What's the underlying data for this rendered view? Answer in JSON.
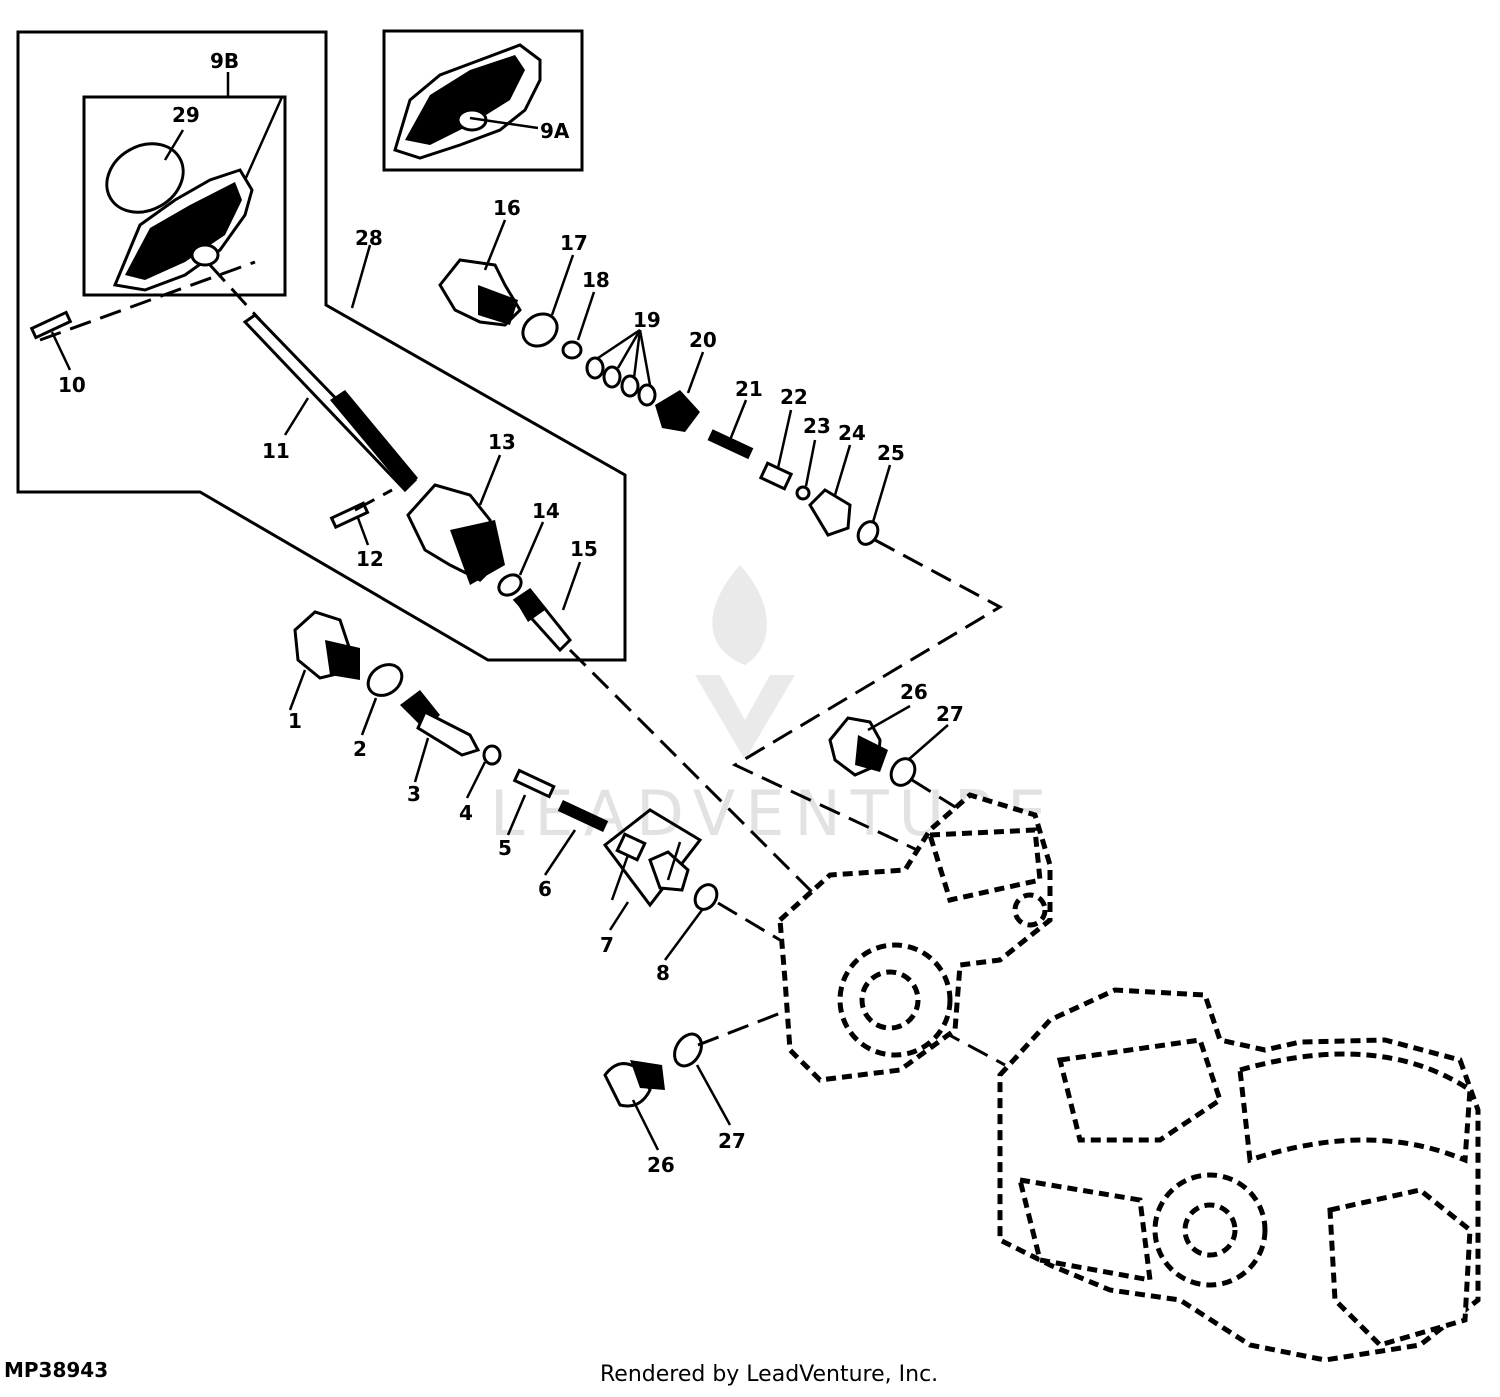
{
  "diagram_id": "MP38943",
  "credit": "Rendered by LeadVenture, Inc.",
  "watermark": "LEADVENTURE",
  "callouts": [
    "1",
    "2",
    "3",
    "4",
    "5",
    "6",
    "7",
    "8",
    "9A",
    "9B",
    "10",
    "11",
    "12",
    "13",
    "14",
    "15",
    "16",
    "17",
    "18",
    "19",
    "20",
    "21",
    "22",
    "23",
    "24",
    "25",
    "26",
    "26",
    "27",
    "27",
    "28",
    "29"
  ]
}
